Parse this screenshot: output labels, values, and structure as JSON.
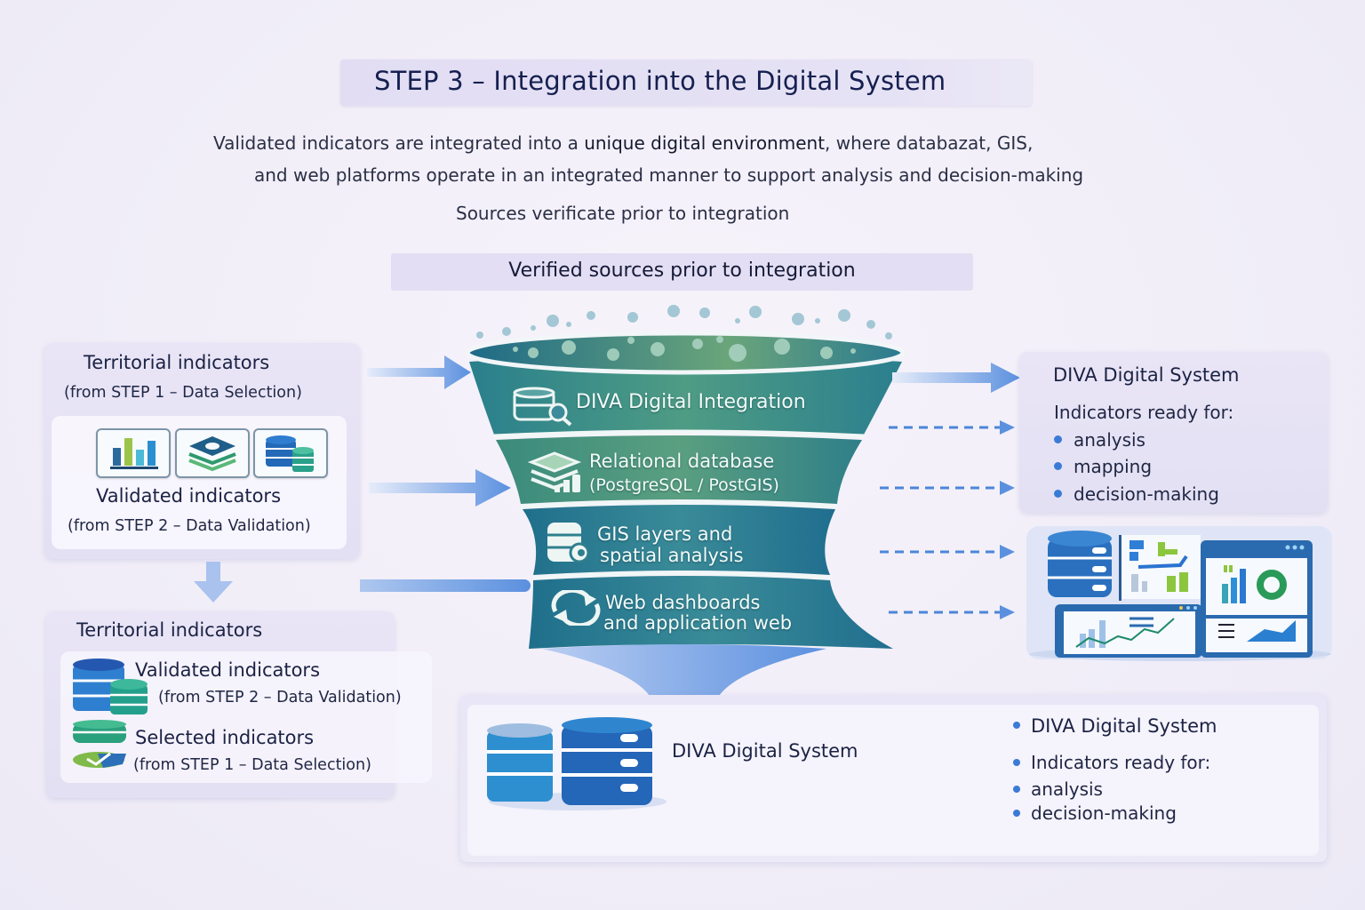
{
  "header": {
    "title": "STEP 3 – Integration into the Digital System",
    "intro_line1_a": "Validated indicators are integrated into a ",
    "intro_line1_b": "unique digital environment",
    "intro_line1_c": ", where databazat, GIS,",
    "intro_line2": "and web platforms operate in an integrated manner to support analysis and decision-making",
    "intro_line3": "Sources verificate prior to integration",
    "banner": "Verified sources prior to integration"
  },
  "left_panel": {
    "heading": "Territorial indicators",
    "heading_sub": "(from STEP 1 – Data Selection)",
    "icons": [
      "bar-chart-icon",
      "layers-icon",
      "database-icon"
    ],
    "validated": "Validated indicators",
    "validated_sub": "(from STEP 2 – Data Validation)"
  },
  "left_bottom_panel": {
    "heading": "Territorial indicators",
    "items": [
      {
        "label": "Validated indicators",
        "sub": "(from STEP 2 – Data Validation)",
        "icon": "database-stack-icon"
      },
      {
        "label": "Selected indicators",
        "sub": "(from STEP 1 – Data Selection)",
        "icon": "selection-check-icon"
      }
    ]
  },
  "funnel": {
    "layers": [
      {
        "label": "DIVA Digital Integration",
        "icon": "database-search-icon"
      },
      {
        "label": "Relational database",
        "label2": "(PostgreSQL / PostGIS)",
        "icon": "stacked-layers-icon"
      },
      {
        "label": "GIS layers and",
        "label2": "spatial analysis",
        "icon": "gis-database-icon"
      },
      {
        "label": "Web dashboards",
        "label2": "and application web",
        "icon": "sync-icon"
      }
    ]
  },
  "right_panel": {
    "title": "DIVA Digital System",
    "subtitle": "Indicators ready for:",
    "items": [
      "analysis",
      "mapping",
      "decision-making"
    ]
  },
  "bottom_panel": {
    "title": "DIVA Digital System",
    "list": [
      "DIVA Digital System",
      "Indicators ready for:",
      "analysis",
      "decision-making"
    ]
  },
  "colors": {
    "arrow": "#5b90df",
    "funnel_teal": "#2f8a8f",
    "funnel_green": "#5e9e7a",
    "bullet": "#3b7bd6",
    "db_blue": "#2868b8"
  }
}
